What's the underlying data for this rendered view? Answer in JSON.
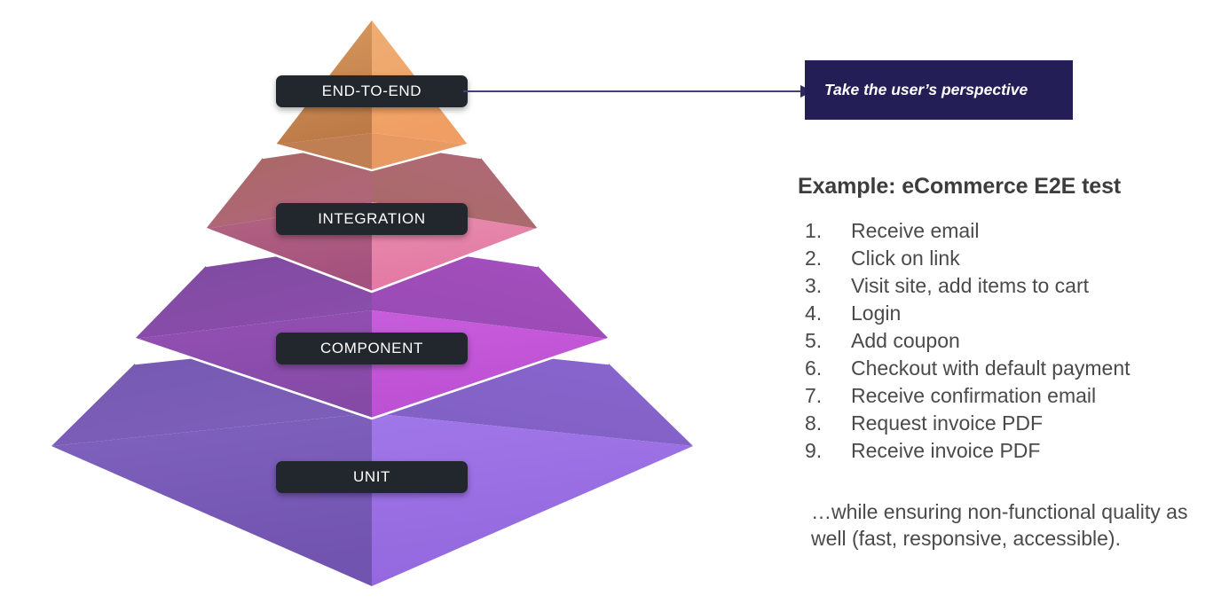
{
  "background_color": "#ffffff",
  "pyramid": {
    "name": "testing-pyramid",
    "apex_color_left": "#c5824c",
    "apex_color_right": "#f0a86a",
    "tiers": [
      {
        "id": "end-to-end",
        "label": "END-TO-END",
        "left_face_color": "#c5824c",
        "right_face_color": "#f0a86a",
        "band_color": "#b8764a"
      },
      {
        "id": "integration",
        "label": "INTEGRATION",
        "left_face_color": "#a8557f",
        "right_face_color": "#e47fa8",
        "band_color": "#a8665f"
      },
      {
        "id": "component",
        "label": "COMPONENT",
        "left_face_color": "#8b4bae",
        "right_face_color": "#c254d8",
        "band_color": "#7d4a9e"
      },
      {
        "id": "unit",
        "label": "UNIT",
        "left_face_color": "#7a5ab8",
        "right_face_color": "#9b6ee0",
        "band_color": "#7256ae"
      }
    ],
    "label_background": "#22262d",
    "label_text_color": "#ffffff",
    "edge_line_color": "#ffffff"
  },
  "connector": {
    "name": "arrow-connector",
    "color": "#463f78"
  },
  "callout": {
    "text": "Take the user’s perspective",
    "background": "#231e56",
    "text_color": "#ffffff"
  },
  "right_panel": {
    "heading": "Example: eCommerce E2E test",
    "steps": [
      {
        "num": "1.",
        "text": "Receive email"
      },
      {
        "num": "2.",
        "text": "Click on link"
      },
      {
        "num": "3.",
        "text": "Visit site, add items to cart"
      },
      {
        "num": "4.",
        "text": "Login"
      },
      {
        "num": "5.",
        "text": "Add coupon"
      },
      {
        "num": "6.",
        "text": "Checkout with default payment"
      },
      {
        "num": "7.",
        "text": "Receive confirmation email"
      },
      {
        "num": "8.",
        "text": "Request invoice PDF"
      },
      {
        "num": "9.",
        "text": "Receive invoice PDF"
      }
    ],
    "footer_note": "…while ensuring non-functional quality as well (fast, responsive, accessible)."
  }
}
